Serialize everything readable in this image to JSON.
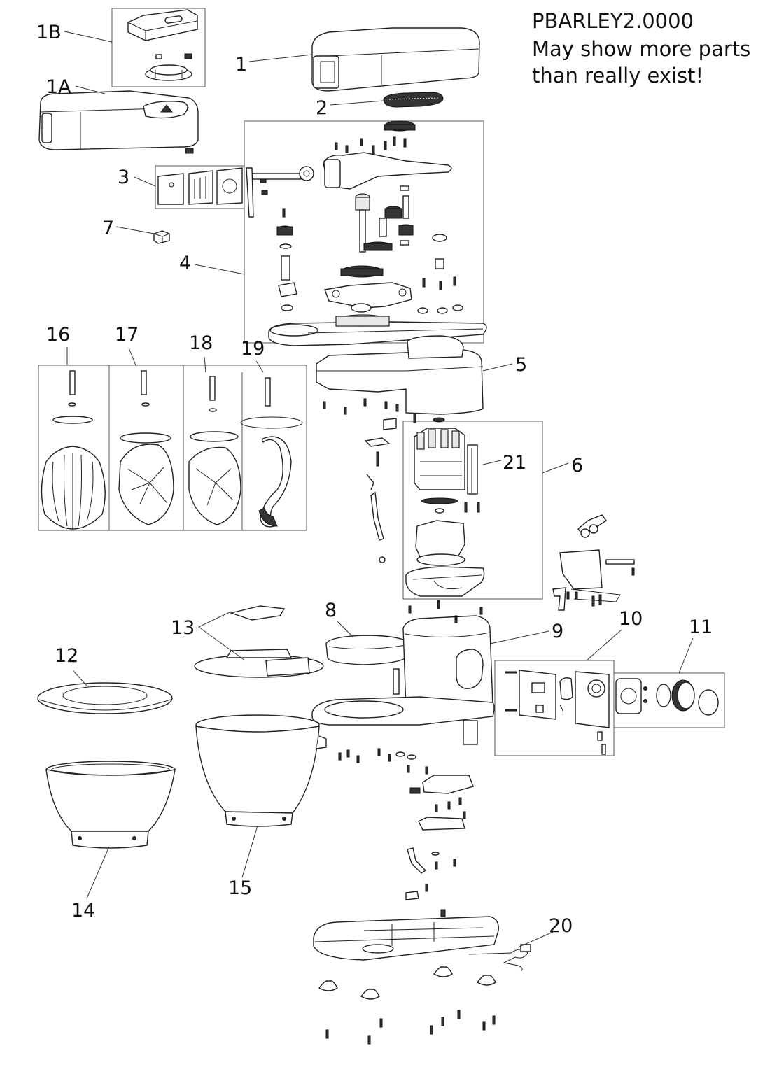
{
  "header": {
    "code": "PBARLEY2.0000",
    "note_line1": "May show more parts",
    "note_line2": "than really exist!"
  },
  "callouts": {
    "c1B": "1B",
    "c1": "1",
    "c1A": "1A",
    "c2": "2",
    "c3": "3",
    "c7": "7",
    "c4": "4",
    "c16": "16",
    "c17": "17",
    "c18": "18",
    "c19": "19",
    "c5": "5",
    "c21": "21",
    "c6": "6",
    "c8": "8",
    "c13": "13",
    "c9": "9",
    "c10": "10",
    "c11": "11",
    "c12": "12",
    "c14": "14",
    "c15": "15",
    "c20": "20"
  }
}
